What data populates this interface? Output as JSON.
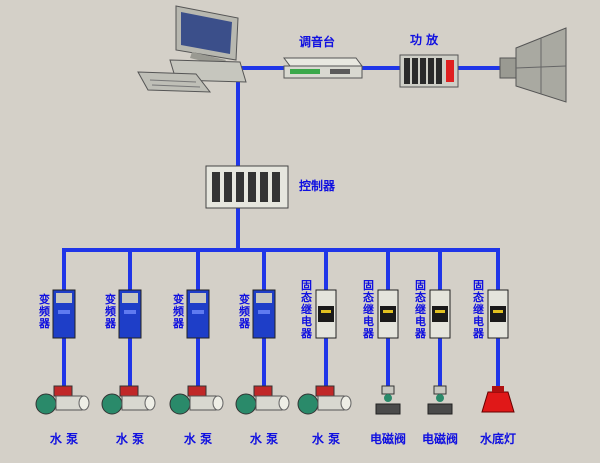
{
  "labels": {
    "mixer": "调音台",
    "amplifier": "功 放",
    "controller": "控制器"
  },
  "devices": [
    {
      "kind": "vfd",
      "label": "变频器",
      "bottom": "水 泵"
    },
    {
      "kind": "vfd",
      "label": "变频器",
      "bottom": "水 泵"
    },
    {
      "kind": "vfd",
      "label": "变频器",
      "bottom": "水 泵"
    },
    {
      "kind": "vfd",
      "label": "变频器",
      "bottom": "水 泵"
    },
    {
      "kind": "ssr",
      "label": "固态继电器",
      "bottom": "水 泵"
    },
    {
      "kind": "ssr",
      "label": "固态继电器",
      "bottom": "电磁阀"
    },
    {
      "kind": "ssr",
      "label": "固态继电器",
      "bottom": "电磁阀"
    },
    {
      "kind": "ssr",
      "label": "固态继电器",
      "bottom": "水底灯"
    }
  ],
  "colors": {
    "wire": "#1f35e8",
    "label": "#1010e0",
    "background": "#d4d0c8"
  }
}
